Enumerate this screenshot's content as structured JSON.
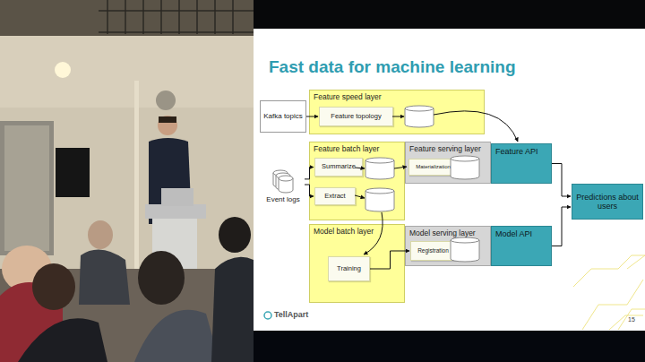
{
  "diagram": {
    "title": "Fast data for machine learning",
    "nodes": [
      {
        "text": [
          "Kafka topics"
        ]
      },
      {
        "text": [
          "Feature speed layer"
        ]
      },
      {
        "text": [
          "Feature topology"
        ],
        "in": 1
      },
      {
        "text": [
          "Feature batch layer"
        ]
      },
      {
        "text": [
          "Summarize"
        ],
        "in": 3
      },
      {
        "text": [
          "Extract"
        ],
        "in": 3
      },
      {
        "text": [
          "Event logs"
        ]
      },
      {
        "text": [
          "Feature serving layer"
        ]
      },
      {
        "text": [
          "Materialization"
        ],
        "in": 7
      },
      {
        "text": [
          "Feature API"
        ]
      },
      {
        "text": [
          "Model batch layer"
        ]
      },
      {
        "text": [
          "Training"
        ],
        "in": 10
      },
      {
        "text": [
          "Model serving layer"
        ]
      },
      {
        "text": [
          "Registration"
        ],
        "in": 12
      },
      {
        "text": [
          "Model API"
        ]
      },
      {
        "text": [
          "Predictions about users"
        ]
      }
    ],
    "edges": [
      {
        "from": 0,
        "to": 2,
        "arrow": "to"
      },
      {
        "from": 6,
        "to": 4,
        "arrow": "to"
      },
      {
        "from": 6,
        "to": 5,
        "arrow": "to"
      },
      {
        "from": 11,
        "to": 13,
        "arrow": "to"
      },
      {
        "from": 9,
        "to": 15,
        "arrow": "to"
      },
      {
        "from": 14,
        "to": 15,
        "arrow": "to"
      }
    ],
    "labels": [
      "TellApart",
      "15"
    ]
  }
}
